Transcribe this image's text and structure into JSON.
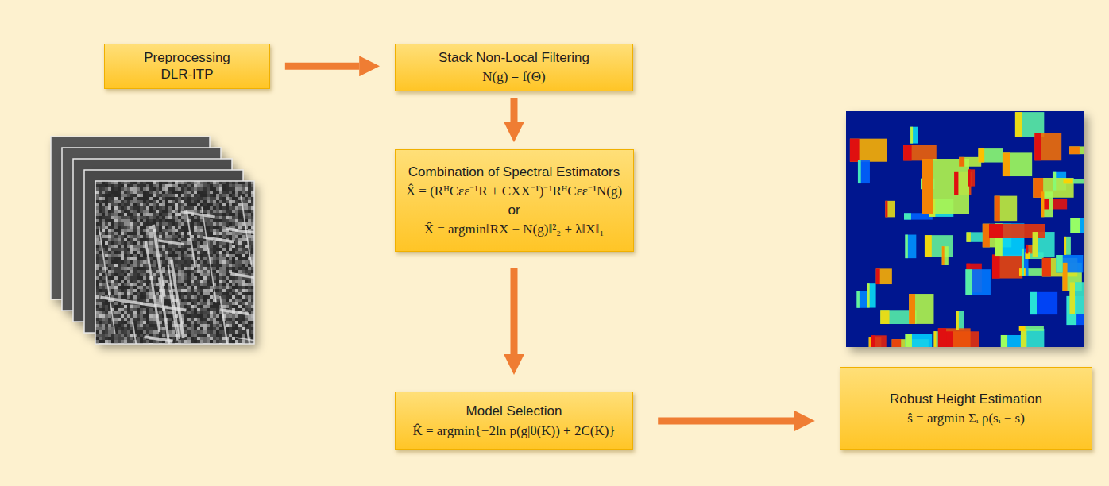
{
  "diagram": {
    "nodes": [
      {
        "text": [
          "Preprocessing DLR-ITP"
        ]
      },
      {
        "text": [
          "Stack Non-Local Filtering",
          "N(g) = f(Θ)"
        ]
      },
      {
        "text": [
          "Combination of Spectral Estimators",
          "X̂ = (RᴴCεε⁻¹R + CXX⁻¹)⁻¹RᴴCεε⁻¹N(g)",
          "or",
          "X̂ = argmin‖RX − N(g)‖²₂ + λ‖X‖₁"
        ]
      },
      {
        "text": [
          "Model Selection",
          "K̂ = argmin{−2ln p(g|θ(K)) + 2C(K)}"
        ]
      },
      {
        "text": [
          "Robust Height Estimation",
          "ŝ = argmin Σᵢ ρ(s̄ᵢ − s)"
        ]
      }
    ],
    "edges": [
      {
        "from": 0,
        "to": 1,
        "arrow": "to"
      },
      {
        "from": 1,
        "to": 2,
        "arrow": "to"
      },
      {
        "from": 2,
        "to": 3,
        "arrow": "to"
      },
      {
        "from": 3,
        "to": 4,
        "arrow": "to"
      }
    ]
  }
}
